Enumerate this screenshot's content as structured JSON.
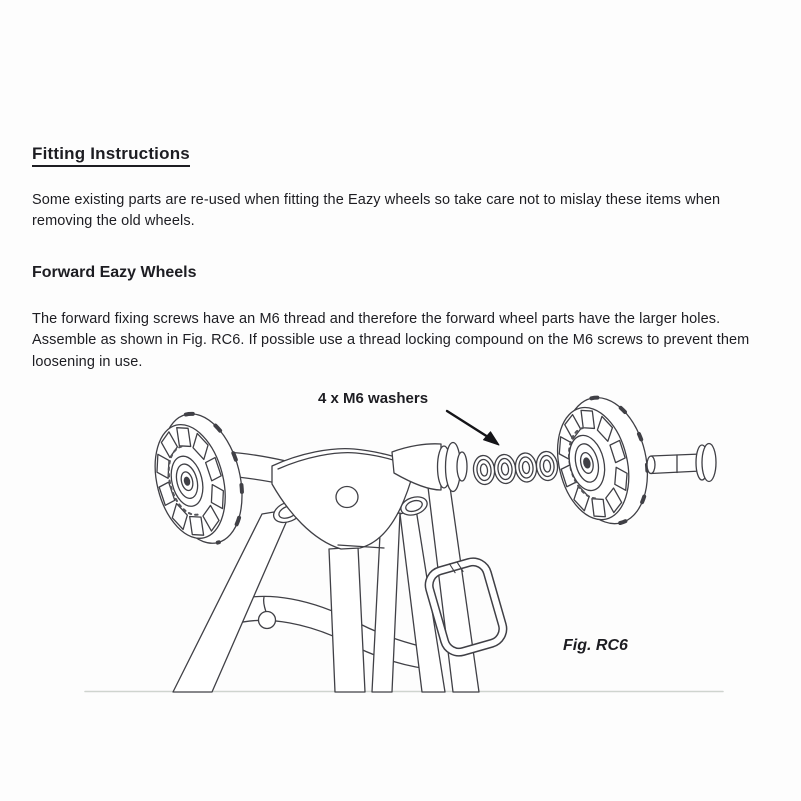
{
  "document": {
    "title": "Fitting Instructions",
    "intro": "Some existing parts are re-used when fitting the Eazy wheels so take care not to mislay these items when\nremoving the old wheels.",
    "section_heading": "Forward Eazy Wheels",
    "section_body": "The forward fixing screws have an M6 thread and therefore the forward wheel parts have the larger holes.\nAssemble as shown in Fig. RC6. If possible use a thread locking compound on the M6 screws to prevent them\nloosening in use."
  },
  "figure": {
    "callout_label": "4 x M6 washers",
    "caption": "Fig. RC6",
    "parts": [
      "left-eazy-wheel",
      "trolley-frame",
      "m6-washers",
      "right-eazy-wheel",
      "m6-fixing-screw",
      "bag-support-bracket"
    ]
  },
  "colors": {
    "background": "#fdfdfd",
    "text": "#1d1d22",
    "line_art": "#404046",
    "ground_line": "#cfd4cf"
  }
}
